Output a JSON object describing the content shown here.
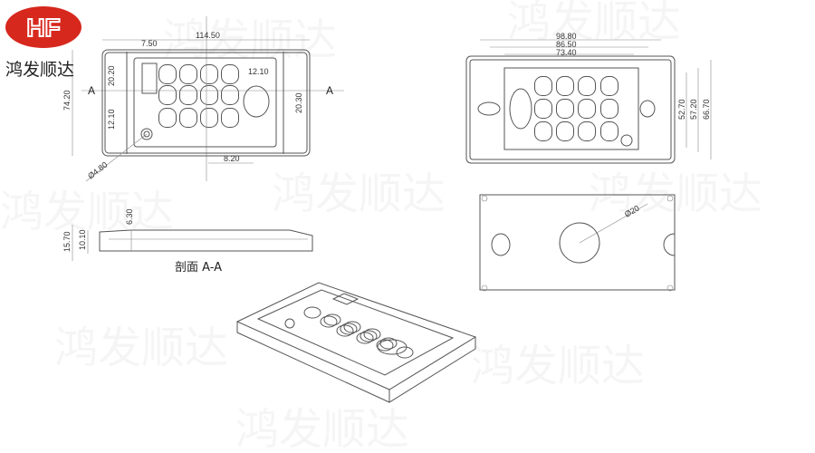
{
  "brand": {
    "logo_letters": "HF",
    "name": "鸿发顺达",
    "color": "#d7281e"
  },
  "watermark": "鸿发顺达",
  "top_view": {
    "width": "114.50",
    "left_offset": "7.50",
    "height": "74.20",
    "row_gap_top": "20.20",
    "row_gap_bottom": "12.10",
    "col_offset": "12.10",
    "right_height": "20.30",
    "key_pitch": "8.20",
    "hole_diameter": "Ø4.80",
    "section_mark": "A"
  },
  "bottom_view": {
    "dims_h": [
      "98.80",
      "86.50",
      "73.40"
    ],
    "dims_v": [
      "52.70",
      "57.20",
      "66.70"
    ]
  },
  "plate_view": {
    "diameter": "Ø20"
  },
  "section": {
    "title": "剖面 A-A",
    "dims": [
      "15.70",
      "10.10",
      "6.30"
    ]
  }
}
